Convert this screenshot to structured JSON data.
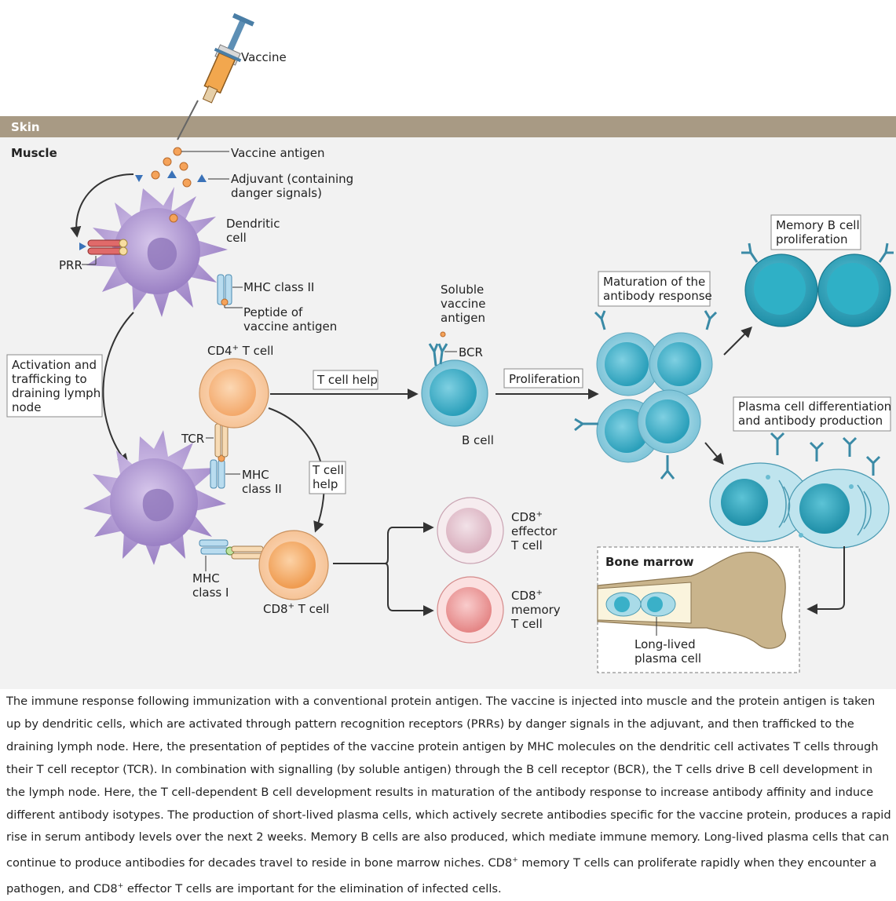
{
  "labels": {
    "vaccine": "Vaccine",
    "skin": "Skin",
    "muscle": "Muscle",
    "vaccine_antigen": "Vaccine antigen",
    "adjuvant_1": "Adjuvant (containing",
    "adjuvant_2": "danger signals)",
    "dendritic_1": "Dendritic",
    "dendritic_2": "cell",
    "prr": "PRR",
    "mhc2_top": "MHC class II",
    "peptide_1": "Peptide of",
    "peptide_2": "vaccine antigen",
    "activation_1": "Activation and",
    "activation_2": "trafficking to",
    "activation_3": "draining lymph",
    "activation_4": "node",
    "cd4_main": "CD4",
    "cd4_sup": "+",
    "cd4_rest": " T cell",
    "tcr": "TCR",
    "mhc2_bottom_1": "MHC",
    "mhc2_bottom_2": "class II",
    "mhc1_1": "MHC",
    "mhc1_2": "class I",
    "cd8_main": "CD8",
    "cd8_sup": "+",
    "cd8_rest": " T cell",
    "t_cell_help": "T cell help",
    "t_cell_help_v1": "T cell",
    "t_cell_help_v2": "help",
    "soluble_1": "Soluble",
    "soluble_2": "vaccine",
    "soluble_3": "antigen",
    "bcr": "BCR",
    "b_cell": "B cell",
    "proliferation": "Proliferation",
    "maturation_1": "Maturation of the",
    "maturation_2": "antibody response",
    "memory_b_1": "Memory B cell",
    "memory_b_2": "proliferation",
    "plasma_1": "Plasma cell differentiation",
    "plasma_2": "and antibody production",
    "cd8_effector_1": "CD8",
    "cd8_effector_sup": "+",
    "cd8_effector_2": "effector",
    "cd8_effector_3": "T cell",
    "cd8_memory_1": "CD8",
    "cd8_memory_sup": "+",
    "cd8_memory_2": "memory",
    "cd8_memory_3": "T cell",
    "bone_marrow": "Bone marrow",
    "long_lived_1": "Long-lived",
    "long_lived_2": "plasma cell"
  },
  "colors": {
    "skin_band": "#a89a84",
    "background": "#f2f2f2",
    "dendritic": "#a890cc",
    "cd4": "#f5bb8a",
    "cd8": "#f5b172",
    "b_cell": "#8ecfdf",
    "memory_b": "#2fa8bc",
    "cd8_effector": "#e6c4cf",
    "cd8_memory": "#f09c9c",
    "bone": "#c9b48c"
  },
  "caption": {
    "part1": "The immune response following immunization with a conventional protein antigen. The vaccine is injected into muscle and the protein antigen is taken up by dendritic cells, which are activated through pattern recognition receptors (PRRs) by danger signals in the adjuvant, and then trafficked to the draining lymph node. Here, the presentation of peptides of the vaccine protein antigen by MHC molecules on the dendritic cell activates T cells through their T cell receptor (TCR). In combination with signalling (by soluble antigen) through the B cell receptor (BCR), the T cells drive B cell development in the lymph node. Here, the T cell-dependent B cell development results in maturation of the antibody response to increase antibody affinity and induce different antibody isotypes. The production of short-lived plasma cells, which actively secrete antibodies specific for the vaccine protein, produces a rapid rise in serum antibody levels over the next 2 weeks. Memory B cells are also produced, which mediate immune memory. Long-lived plasma cells that can continue to produce antibodies for decades travel to reside in bone marrow niches. CD8",
    "sup1": "+",
    "part2": " memory T cells can proliferate rapidly when they encounter a pathogen, and CD8",
    "sup2": "+",
    "part3": " effector T cells are important for the elimination of infected cells."
  }
}
